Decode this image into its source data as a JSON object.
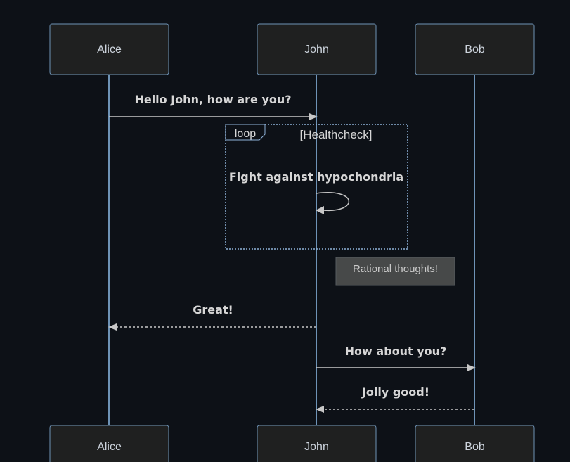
{
  "diagram": {
    "type": "sequence",
    "participants": [
      {
        "id": "alice",
        "name": "Alice"
      },
      {
        "id": "john",
        "name": "John"
      },
      {
        "id": "bob",
        "name": "Bob"
      }
    ],
    "messages": [
      {
        "from": "Alice",
        "to": "John",
        "text": "Hello John, how are you?",
        "style": "solid"
      },
      {
        "from": "John",
        "to": "John",
        "text": "Fight against hypochondria",
        "style": "solid"
      },
      {
        "from": "John",
        "to": "Alice",
        "text": "Great!",
        "style": "dashed"
      },
      {
        "from": "John",
        "to": "Bob",
        "text": "How about you?",
        "style": "solid"
      },
      {
        "from": "Bob",
        "to": "John",
        "text": "Jolly good!",
        "style": "dashed"
      }
    ],
    "loop": {
      "keyword": "loop",
      "condition": "[Healthcheck]"
    },
    "note": {
      "text": "Rational thoughts!",
      "position": "right of John"
    }
  },
  "colors": {
    "background": "#0d1117",
    "actor_fill": "#1f2020",
    "actor_border": "#6e93b6",
    "lifeline": "#6e93b6",
    "message_line": "#c8c8c8",
    "loop_border": "#8fb3d9",
    "note_fill": "#474949"
  }
}
